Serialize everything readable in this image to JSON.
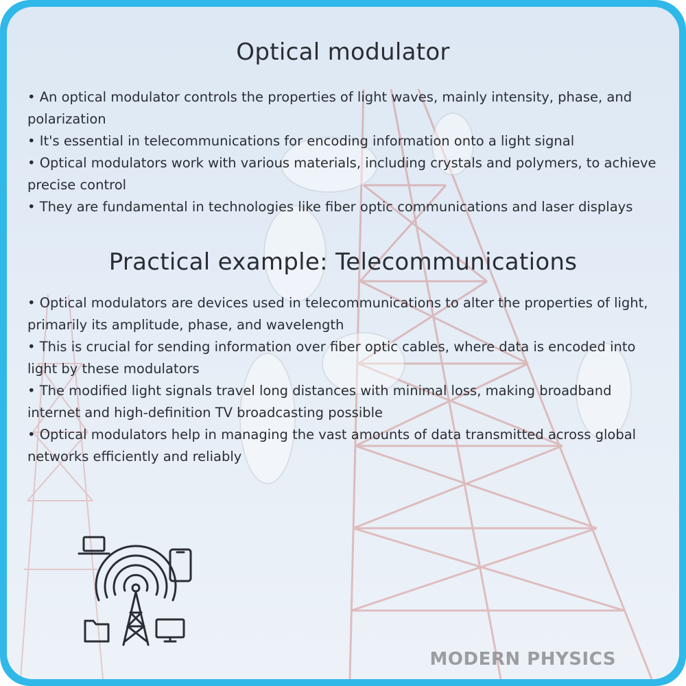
{
  "section1": {
    "title": "Optical modulator",
    "bullets": [
      "• An optical modulator controls the properties of light waves, mainly intensity, phase, and polarization",
      "• It's essential in telecommunications for encoding information onto a light signal",
      "• Optical modulators work with various materials, including crystals and polymers, to achieve precise control",
      "• They are fundamental in technologies like fiber optic communications and laser displays"
    ]
  },
  "section2": {
    "title": "Practical example: Telecommunications",
    "bullets": [
      "• Optical modulators are devices used in telecommunications to alter the properties of light, primarily its amplitude, phase, and wavelength",
      "• This is crucial for sending information over fiber optic cables, where data is encoded into light by these modulators",
      "• The modified light signals travel long distances with minimal loss, making broadband internet and high-definition TV broadcasting possible",
      "• Optical modulators help in managing the vast amounts of data transmitted across global networks efficiently and reliably"
    ]
  },
  "watermark": "MODERN PHYSICS",
  "icon": "telecom-tower-icon",
  "colors": {
    "border": "#2fb8e8",
    "text": "#2a2d33",
    "tower": "#c0392b"
  }
}
